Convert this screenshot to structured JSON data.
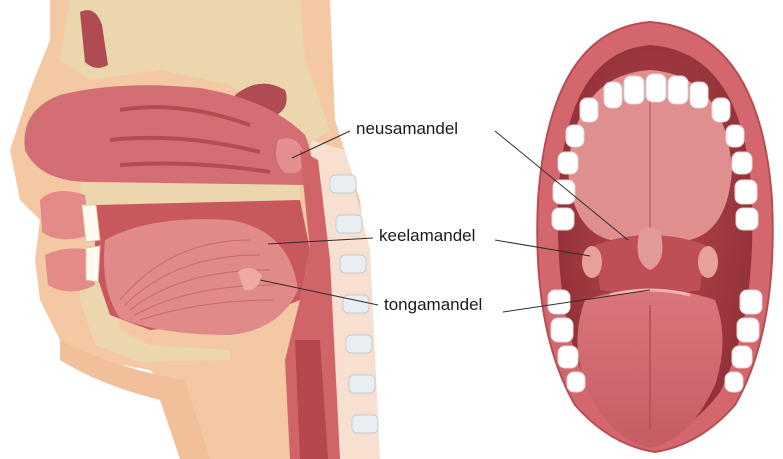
{
  "labels": {
    "nasal_tonsil": "neusamandel",
    "palatine_tonsil": "keelamandel",
    "lingual_tonsil": "tongamandel"
  },
  "colors": {
    "flesh": "#d9777a",
    "flesh_dark": "#b9484e",
    "flesh_light": "#efa7a4",
    "bone": "#ecd6ad",
    "skin": "#f4c9a2",
    "teeth": "#ffffff",
    "leader_line": "#333333"
  }
}
